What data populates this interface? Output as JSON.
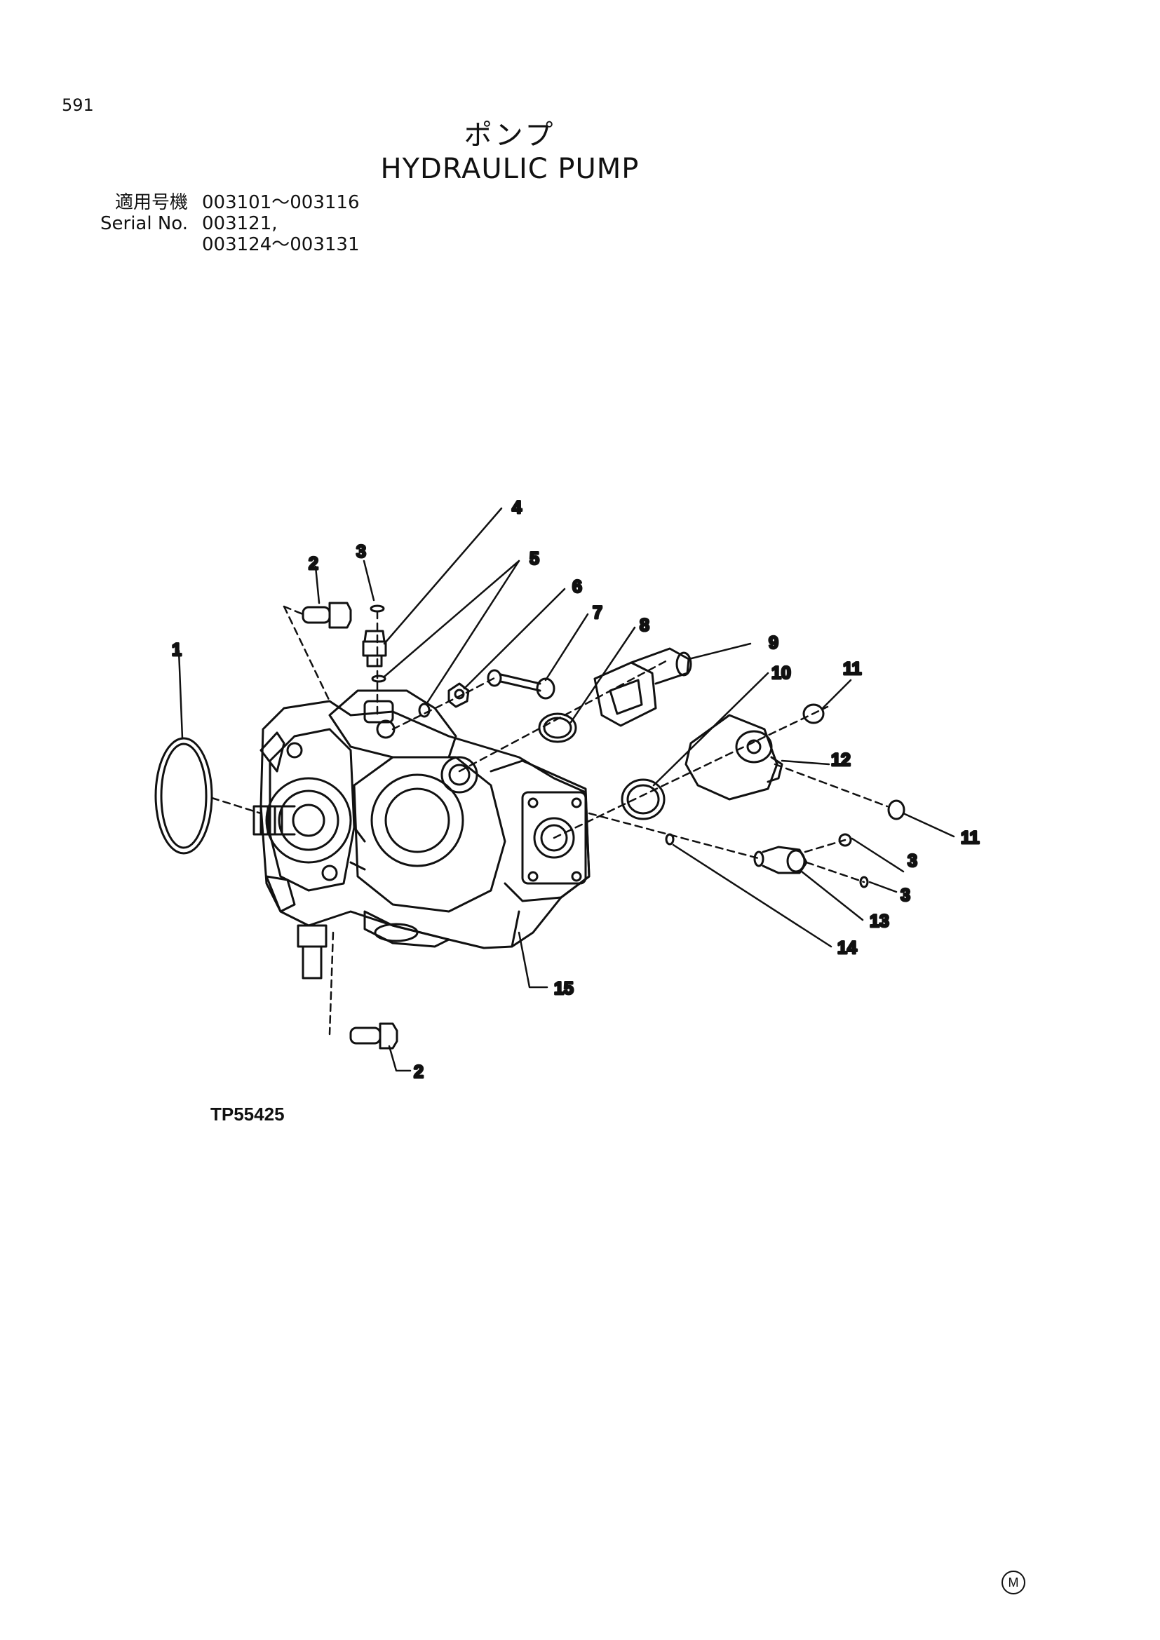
{
  "page_number": "591",
  "title_jp": "ポンプ",
  "title_en": "HYDRAULIC PUMP",
  "serial": {
    "label_jp": "適用号機",
    "label_en": "Serial No.",
    "values": [
      "003101～003116",
      "003121,",
      "003124～003131"
    ]
  },
  "callouts": [
    "1",
    "2",
    "3",
    "4",
    "5",
    "6",
    "7",
    "8",
    "9",
    "10",
    "11",
    "12",
    "13",
    "14",
    "15"
  ],
  "figure_code": "TP55425",
  "mark": "M"
}
